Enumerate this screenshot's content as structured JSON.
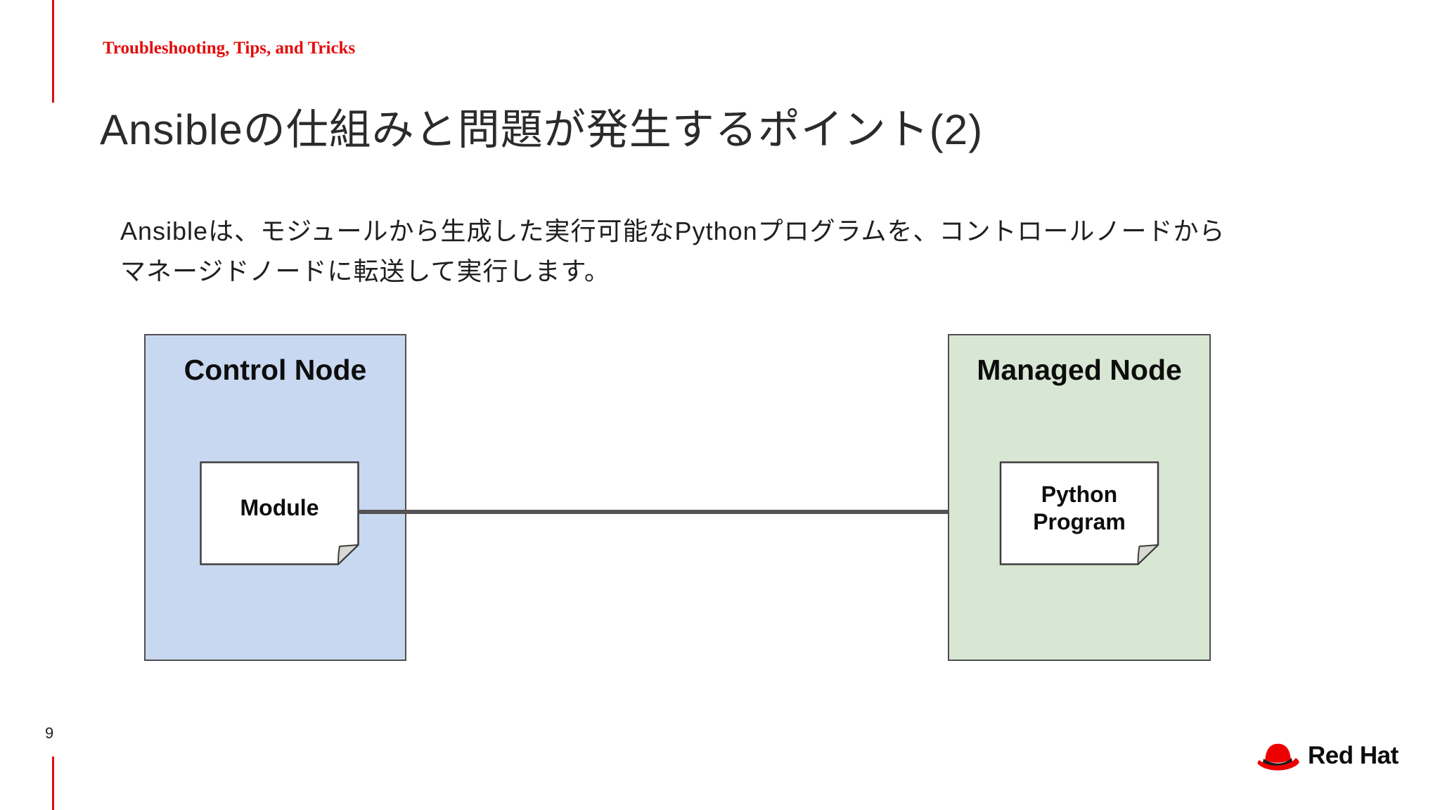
{
  "slide": {
    "eyebrow": "Troubleshooting, Tips, and Tricks",
    "title": "Ansibleの仕組みと問題が発生するポイント(2)",
    "body_line1": "Ansibleは、モジュールから生成した実行可能なPythonプログラムを、コントロールノードから",
    "body_line2": "マネージドノードに転送して実行します。",
    "page_number": "9"
  },
  "diagram": {
    "control_node": {
      "label": "Control Node",
      "document_label": "Module"
    },
    "managed_node": {
      "label": "Managed Node",
      "document_label": "Python Program"
    },
    "arrow": "module-to-python-transfer"
  },
  "footer": {
    "logo_text": "Red Hat"
  },
  "colors": {
    "accent_red": "#e40b0b",
    "hat_red": "#ee0000",
    "control_fill": "#c9d8f1",
    "managed_fill": "#d8e7d3",
    "box_border": "#4f4f4f",
    "doc_border": "#3d3d3d",
    "doc_flap": "#d8d8d4",
    "arrow_gray": "#545454",
    "title_text": "#2b2b2b",
    "body_text": "#1f1f1f",
    "label_text": "#0d0d0d",
    "logo_text": "#0c0c0c"
  }
}
